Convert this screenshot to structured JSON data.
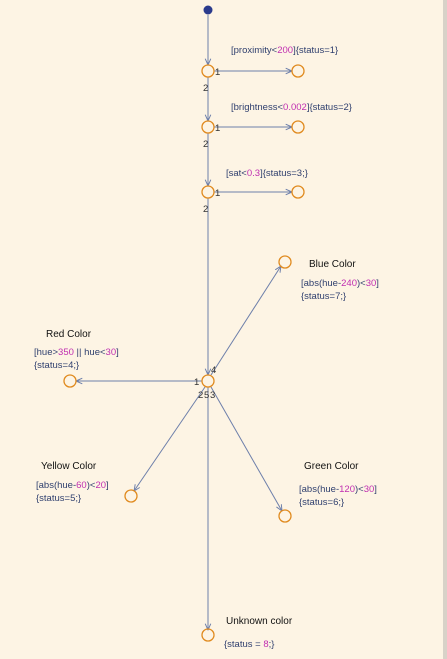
{
  "colors": {
    "background": "#fdf4e4",
    "line": "#6d7faa",
    "junction": "#e08a1e",
    "default_dot": "#2a3a8c",
    "text": "#2f3f6e",
    "number": "#c02fb1",
    "heading": "#111111"
  },
  "checks": [
    {
      "pre": "[proximity<",
      "num": "200",
      "post": "]{status=1}",
      "label_one": "1",
      "label_two": "2"
    },
    {
      "pre": "[brightness<",
      "num": "0.002",
      "post": "]{status=2}",
      "label_one": "1",
      "label_two": "2"
    },
    {
      "pre": "[sat<",
      "num": "0.3",
      "post": "]{status=3;}",
      "label_one": "1",
      "label_two": "2"
    }
  ],
  "hub": {
    "label_red": "1",
    "label_blue": "4",
    "label_yellow": "2",
    "label_unknown": "5",
    "label_green": "3"
  },
  "outcomes": {
    "blue": {
      "title": "Blue Color",
      "cond_line": [
        [
          "[abs(hue-",
          false
        ],
        [
          "240",
          true
        ],
        [
          ")<",
          false
        ],
        [
          "30",
          true
        ],
        [
          "]",
          false
        ]
      ],
      "action": "{status=7;}"
    },
    "red": {
      "title": "Red Color",
      "cond_line": [
        [
          "[hue>",
          false
        ],
        [
          "350",
          true
        ],
        [
          " || hue<",
          false
        ],
        [
          "30",
          true
        ],
        [
          "]",
          false
        ]
      ],
      "action": "{status=4;}"
    },
    "yellow": {
      "title": "Yellow Color",
      "cond_line": [
        [
          "[abs(hue-",
          false
        ],
        [
          "60",
          true
        ],
        [
          ")<",
          false
        ],
        [
          "20",
          true
        ],
        [
          "]",
          false
        ]
      ],
      "action": "{status=5;}"
    },
    "green": {
      "title": "Green Color",
      "cond_line": [
        [
          "[abs(hue-",
          false
        ],
        [
          "120",
          true
        ],
        [
          ")<",
          false
        ],
        [
          "30",
          true
        ],
        [
          "]",
          false
        ]
      ],
      "action": "{status=6;}"
    },
    "unknown": {
      "title": "Unknown color",
      "action_line": [
        [
          "{status = ",
          false
        ],
        [
          "8",
          true
        ],
        [
          ";}",
          false
        ]
      ]
    }
  }
}
